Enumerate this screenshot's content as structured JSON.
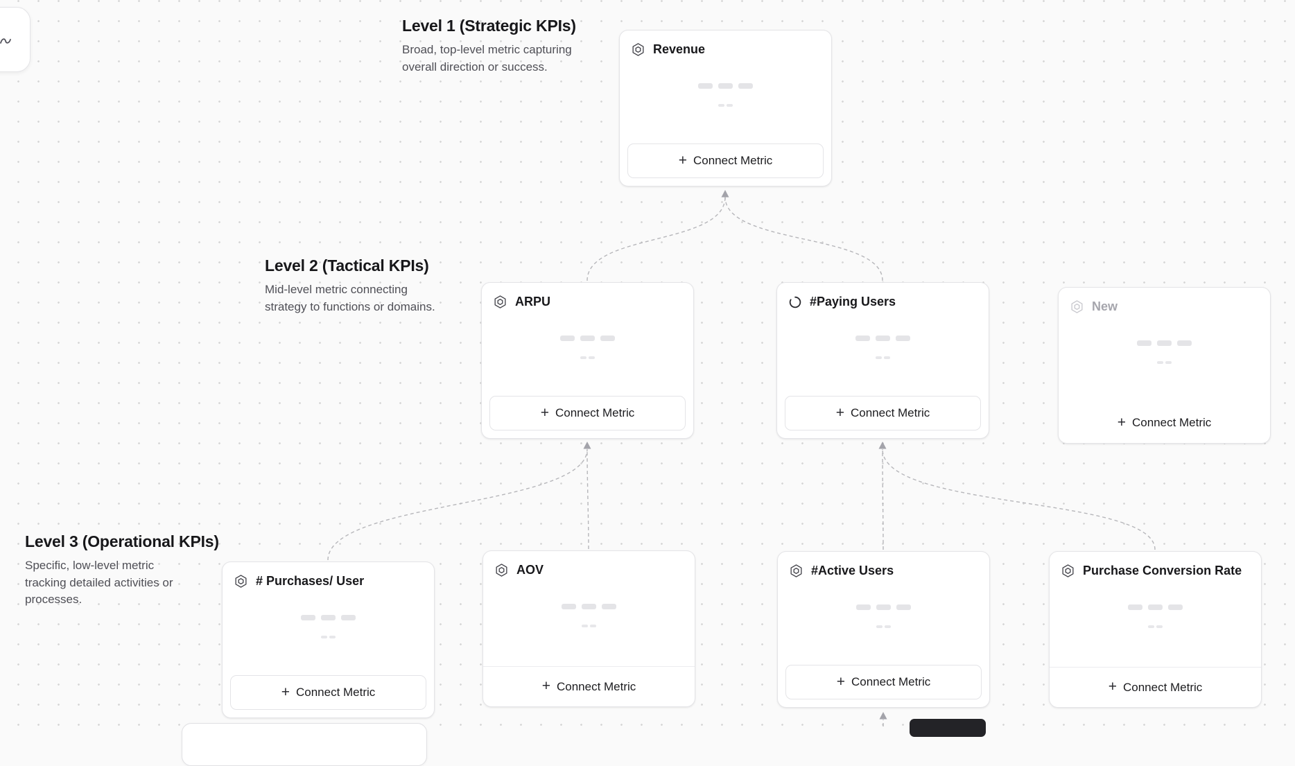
{
  "ui": {
    "plus": "+"
  },
  "levels": [
    {
      "title": "Level 1 (Strategic KPIs)",
      "description": "Broad, top-level metric capturing overall direction or success."
    },
    {
      "title": "Level 2 (Tactical KPIs)",
      "description": "Mid-level metric connecting strategy to functions or domains."
    },
    {
      "title": "Level 3 (Operational KPIs)",
      "description": "Specific, low-level metric tracking detailed activities or processes."
    }
  ],
  "nodes": [
    {
      "id": "revenue",
      "title": "Revenue",
      "icon": "metric-hexagon-icon",
      "button": "Connect Metric",
      "footer": "button",
      "state": "loading-values"
    },
    {
      "id": "arpu",
      "title": "ARPU",
      "icon": "metric-hexagon-icon",
      "button": "Connect Metric",
      "footer": "button",
      "state": "loading-values"
    },
    {
      "id": "paying-users",
      "title": "#Paying Users",
      "icon": "loading-spinner-icon",
      "button": "Connect Metric",
      "footer": "button",
      "state": "loading"
    },
    {
      "id": "new",
      "title": "New",
      "icon": "metric-hexagon-icon",
      "button": "Connect Metric",
      "footer": "plain",
      "state": "draft"
    },
    {
      "id": "purchases-per-user",
      "title": "# Purchases/ User",
      "icon": "metric-hexagon-icon",
      "button": "Connect Metric",
      "footer": "button",
      "state": "loading-values"
    },
    {
      "id": "aov",
      "title": "AOV",
      "icon": "metric-hexagon-icon",
      "button": "Connect Metric",
      "footer": "divider",
      "state": "loading-values"
    },
    {
      "id": "active-users",
      "title": "#Active Users",
      "icon": "metric-hexagon-icon",
      "button": "Connect Metric",
      "footer": "button",
      "state": "loading-values"
    },
    {
      "id": "purchase-conversion-rate",
      "title": "Purchase Conversion Rate",
      "icon": "metric-hexagon-icon",
      "button": "Connect Metric",
      "footer": "divider",
      "state": "loading-values"
    }
  ],
  "edges": [
    {
      "from": "ARPU",
      "to": "Revenue"
    },
    {
      "from": "#Paying Users",
      "to": "Revenue"
    },
    {
      "from": "# Purchases/ User",
      "to": "ARPU"
    },
    {
      "from": "AOV",
      "to": "ARPU"
    },
    {
      "from": "#Active Users",
      "to": "#Paying Users"
    },
    {
      "from": "Purchase Conversion Rate",
      "to": "#Paying Users"
    },
    {
      "from": "offscreen-node-below",
      "to": "#Active Users"
    }
  ],
  "colors": {
    "canvas_bg": "#fafafa",
    "dot": "#d7d7d7",
    "card_border": "#e4e4e7",
    "text_primary": "#18181b",
    "text_secondary": "#4f4f56",
    "draft_text": "#a6a6ad",
    "skeleton": "#e4e4e7",
    "edge": "#b6b6ba",
    "toolbar_bg": "#232327"
  }
}
